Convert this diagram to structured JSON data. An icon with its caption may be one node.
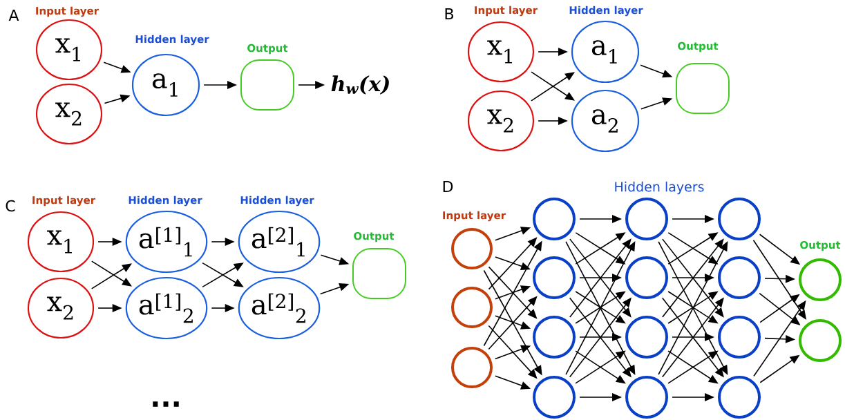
{
  "diagram": {
    "nodes": [
      {
        "text": [
          "x$_{1}$"
        ]
      },
      {
        "text": [
          "x$_{2}$"
        ]
      },
      {
        "text": [
          "a$_{1}$"
        ]
      },
      {
        "text": [],
        "shape": "box"
      },
      {
        "text": [
          "h$_{w}$(x)"
        ]
      },
      {
        "text": [
          "x$_{1}$"
        ]
      },
      {
        "text": [
          "x$_{2}$"
        ]
      },
      {
        "text": [
          "a$_{1}$"
        ]
      },
      {
        "text": [
          "a$_{2}$"
        ]
      },
      {
        "text": [],
        "shape": "box"
      },
      {
        "text": [
          "x$_{1}$"
        ]
      },
      {
        "text": [
          "x$_{2}$"
        ]
      },
      {
        "text": [
          "a$^{[1]}$$_{1}$"
        ]
      },
      {
        "text": [
          "a$^{[1]}$$_{2}$"
        ]
      },
      {
        "text": [
          "a$^{[2]}$$_{1}$"
        ]
      },
      {
        "text": [
          "a$^{[2]}$$_{2}$"
        ]
      },
      {
        "text": [],
        "shape": "box"
      },
      {
        "text": [],
        "shape": "circle"
      },
      {
        "text": [],
        "shape": "circle"
      },
      {
        "text": [],
        "shape": "circle"
      },
      {
        "text": [],
        "shape": "circle"
      },
      {
        "text": [],
        "shape": "circle"
      },
      {
        "text": [],
        "shape": "circle"
      },
      {
        "text": [],
        "shape": "circle"
      },
      {
        "text": [],
        "shape": "circle"
      },
      {
        "text": [],
        "shape": "circle"
      },
      {
        "text": [],
        "shape": "circle"
      },
      {
        "text": [],
        "shape": "circle"
      },
      {
        "text": [],
        "shape": "circle"
      },
      {
        "text": [],
        "shape": "circle"
      },
      {
        "text": [],
        "shape": "circle"
      },
      {
        "text": [],
        "shape": "circle"
      },
      {
        "text": [],
        "shape": "circle"
      },
      {
        "text": [],
        "shape": "circle"
      }
    ],
    "edges": [
      {
        "from": 0,
        "to": 2,
        "arrow": "to"
      },
      {
        "from": 1,
        "to": 2,
        "arrow": "to"
      },
      {
        "from": 2,
        "to": 3,
        "arrow": "to"
      },
      {
        "from": 3,
        "to": 4,
        "arrow": "to"
      },
      {
        "from": 5,
        "to": 7,
        "arrow": "to"
      },
      {
        "from": 5,
        "to": 8,
        "arrow": "to"
      },
      {
        "from": 6,
        "to": 7,
        "arrow": "to"
      },
      {
        "from": 6,
        "to": 8,
        "arrow": "to"
      },
      {
        "from": 7,
        "to": 9,
        "arrow": "to"
      },
      {
        "from": 8,
        "to": 9,
        "arrow": "to"
      },
      {
        "from": 10,
        "to": 12,
        "arrow": "to"
      },
      {
        "from": 10,
        "to": 13,
        "arrow": "to"
      },
      {
        "from": 11,
        "to": 12,
        "arrow": "to"
      },
      {
        "from": 11,
        "to": 13,
        "arrow": "to"
      },
      {
        "from": 12,
        "to": 14,
        "arrow": "to"
      },
      {
        "from": 12,
        "to": 15,
        "arrow": "to"
      },
      {
        "from": 13,
        "to": 14,
        "arrow": "to"
      },
      {
        "from": 13,
        "to": 15,
        "arrow": "to"
      },
      {
        "from": 14,
        "to": 16,
        "arrow": "to"
      },
      {
        "from": 15,
        "to": 16,
        "arrow": "to"
      },
      {
        "from": 17,
        "to": 20,
        "arrow": "to"
      },
      {
        "from": 17,
        "to": 21,
        "arrow": "to"
      },
      {
        "from": 17,
        "to": 22,
        "arrow": "to"
      },
      {
        "from": 17,
        "to": 23,
        "arrow": "to"
      },
      {
        "from": 18,
        "to": 20,
        "arrow": "to"
      },
      {
        "from": 18,
        "to": 21,
        "arrow": "to"
      },
      {
        "from": 18,
        "to": 22,
        "arrow": "to"
      },
      {
        "from": 18,
        "to": 23,
        "arrow": "to"
      },
      {
        "from": 19,
        "to": 20,
        "arrow": "to"
      },
      {
        "from": 19,
        "to": 21,
        "arrow": "to"
      },
      {
        "from": 19,
        "to": 22,
        "arrow": "to"
      },
      {
        "from": 19,
        "to": 23,
        "arrow": "to"
      },
      {
        "from": 20,
        "to": 24,
        "arrow": "to"
      },
      {
        "from": 20,
        "to": 25,
        "arrow": "to"
      },
      {
        "from": 20,
        "to": 26,
        "arrow": "to"
      },
      {
        "from": 20,
        "to": 27,
        "arrow": "to"
      },
      {
        "from": 21,
        "to": 24,
        "arrow": "to"
      },
      {
        "from": 21,
        "to": 25,
        "arrow": "to"
      },
      {
        "from": 21,
        "to": 26,
        "arrow": "to"
      },
      {
        "from": 21,
        "to": 27,
        "arrow": "to"
      },
      {
        "from": 22,
        "to": 24,
        "arrow": "to"
      },
      {
        "from": 22,
        "to": 25,
        "arrow": "to"
      },
      {
        "from": 22,
        "to": 26,
        "arrow": "to"
      },
      {
        "from": 22,
        "to": 27,
        "arrow": "to"
      },
      {
        "from": 23,
        "to": 24,
        "arrow": "to"
      },
      {
        "from": 23,
        "to": 25,
        "arrow": "to"
      },
      {
        "from": 23,
        "to": 26,
        "arrow": "to"
      },
      {
        "from": 23,
        "to": 27,
        "arrow": "to"
      },
      {
        "from": 24,
        "to": 28,
        "arrow": "to"
      },
      {
        "from": 24,
        "to": 29,
        "arrow": "to"
      },
      {
        "from": 24,
        "to": 30,
        "arrow": "to"
      },
      {
        "from": 24,
        "to": 31,
        "arrow": "to"
      },
      {
        "from": 25,
        "to": 28,
        "arrow": "to"
      },
      {
        "from": 25,
        "to": 29,
        "arrow": "to"
      },
      {
        "from": 25,
        "to": 30,
        "arrow": "to"
      },
      {
        "from": 25,
        "to": 31,
        "arrow": "to"
      },
      {
        "from": 26,
        "to": 28,
        "arrow": "to"
      },
      {
        "from": 26,
        "to": 29,
        "arrow": "to"
      },
      {
        "from": 26,
        "to": 30,
        "arrow": "to"
      },
      {
        "from": 26,
        "to": 31,
        "arrow": "to"
      },
      {
        "from": 27,
        "to": 28,
        "arrow": "to"
      },
      {
        "from": 27,
        "to": 29,
        "arrow": "to"
      },
      {
        "from": 27,
        "to": 30,
        "arrow": "to"
      },
      {
        "from": 27,
        "to": 31,
        "arrow": "to"
      },
      {
        "from": 28,
        "to": 32,
        "arrow": "to"
      },
      {
        "from": 28,
        "to": 33,
        "arrow": "to"
      },
      {
        "from": 29,
        "to": 32,
        "arrow": "to"
      },
      {
        "from": 29,
        "to": 33,
        "arrow": "to"
      },
      {
        "from": 30,
        "to": 32,
        "arrow": "to"
      },
      {
        "from": 30,
        "to": 33,
        "arrow": "to"
      },
      {
        "from": 31,
        "to": 32,
        "arrow": "to"
      },
      {
        "from": 31,
        "to": 33,
        "arrow": "to"
      }
    ],
    "labels": [
      "A",
      "Input layer",
      "Hidden layer",
      "Output",
      "B",
      "Input layer",
      "Hidden layer",
      "Output",
      "C",
      "Input layer",
      "Hidden layer",
      "Hidden layer",
      "Output",
      "...",
      "D",
      "Hidden layers",
      "Input layer",
      "Output"
    ]
  }
}
